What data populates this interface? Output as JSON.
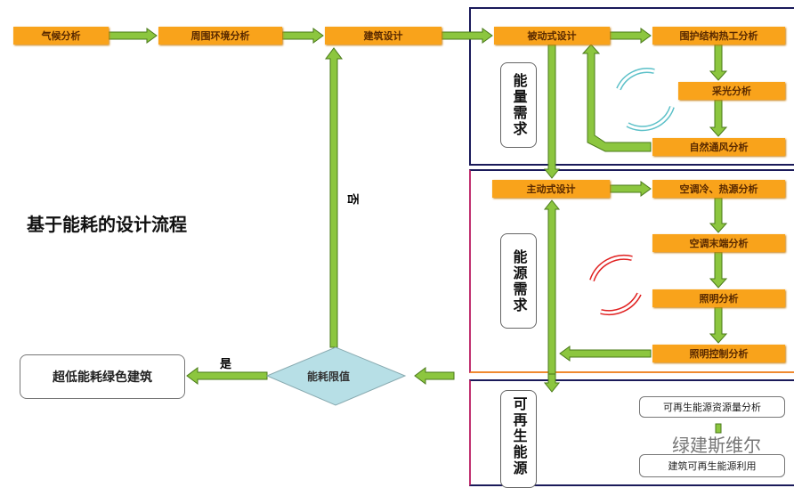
{
  "title": "基于能耗的设计流程",
  "top_row": [
    "气候分析",
    "周围环境分析",
    "建筑设计"
  ],
  "energy_demand": {
    "label": "能量需求",
    "boxes": [
      "被动式设计",
      "围护结构热工分析",
      "采光分析",
      "自然通风分析"
    ]
  },
  "energy_source": {
    "label": "能源需求",
    "boxes": [
      "主动式设计",
      "空调冷、热源分析",
      "空调末端分析",
      "照明分析",
      "照明控制分析"
    ]
  },
  "renewable": {
    "label": "可再生能源",
    "boxes": [
      "可再生能源资源量分析",
      "建筑可再生能源利用"
    ]
  },
  "decision": {
    "label": "能耗限值",
    "yes": "是",
    "no": "否"
  },
  "result": "超低能耗绿色建筑",
  "watermark": "绿建斯维尔",
  "colors": {
    "box": "#f9a31b",
    "arrow": "#8cc63f",
    "cycle_blue": "#5bc0c8",
    "cycle_red": "#e02020"
  }
}
